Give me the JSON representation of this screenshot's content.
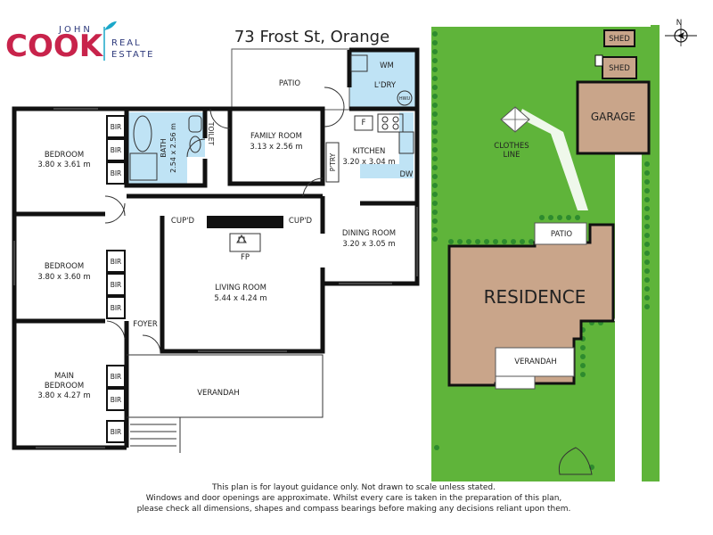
{
  "logo": {
    "john": "JOHN",
    "cook": "COOK",
    "real": "REAL",
    "estate": "ESTATE",
    "colors": {
      "cook": "#c8234b",
      "accent": "#1aa7c9",
      "navy": "#2e3a7c"
    }
  },
  "address": "73 Frost St, Orange",
  "rooms": {
    "bedroom1": {
      "name": "BEDROOM",
      "size": "3.80 x 3.61 m"
    },
    "bedroom2": {
      "name": "BEDROOM",
      "size": "3.80 x 3.60 m"
    },
    "main_bedroom": {
      "name1": "MAIN",
      "name2": "BEDROOM",
      "size": "3.80 x 4.27 m"
    },
    "bath": {
      "name": "BATH",
      "size": "2.54 x 2.56 m"
    },
    "toilet": "TOILET",
    "family": {
      "name": "FAMILY ROOM",
      "size": "3.13 x 2.56 m"
    },
    "kitchen": {
      "name": "KITCHEN",
      "size": "3.20 x 3.04 m"
    },
    "dining": {
      "name": "DINING ROOM",
      "size": "3.20 x 3.05 m"
    },
    "living": {
      "name": "LIVING ROOM",
      "size": "5.44 x 4.24 m"
    },
    "patio": "PATIO",
    "laundry": "L'DRY",
    "wm": "WM",
    "hwu": "HWU",
    "fridge": "F",
    "pantry": "P'TRY",
    "dw": "DW",
    "cupd": "CUP'D",
    "fp": "FP",
    "foyer": "FOYER",
    "verandah": "VERANDAH",
    "bir": "BIR"
  },
  "site": {
    "garage": "GARAGE",
    "shed": "SHED",
    "clothes1": "CLOTHES",
    "clothes2": "LINE",
    "residence": "RESIDENCE",
    "patio": "PATIO",
    "verandah": "VERANDAH",
    "compass": "N"
  },
  "disclaimer": {
    "line1": "This plan is for layout guidance only. Not drawn to scale unless stated.",
    "line2": "Windows and door openings are approximate. Whilst every care is taken in the preparation of this plan,",
    "line3": "please check all dimensions, shapes and compass bearings before making any decisions reliant upon them."
  },
  "colors": {
    "grass": "#5fb43a",
    "residence": "#c9a58a",
    "garage": "#c9a58a",
    "wet_area": "#bfe3f5",
    "wall": "#111111",
    "hedge": "#2e8b2e"
  }
}
